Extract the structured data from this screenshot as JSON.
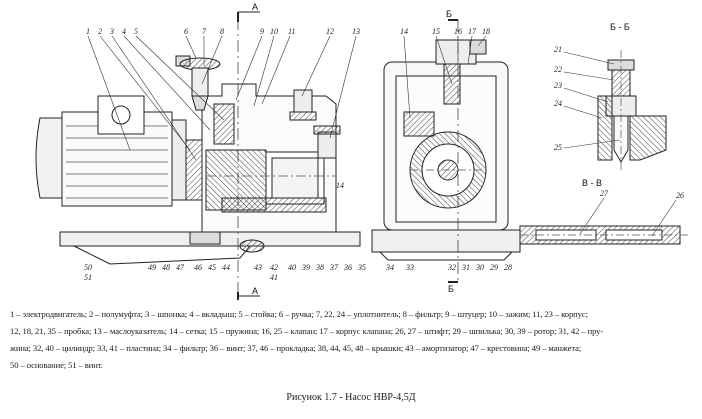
{
  "section_marks": {
    "a_top": "А",
    "a_bottom": "А",
    "b_top": "Б",
    "b_bottom": "Б",
    "bb_title": "Б - Б",
    "vv_title": "В - В"
  },
  "part_labels": {
    "main_view_top": [
      "1",
      "2",
      "3",
      "4",
      "5",
      "6",
      "7",
      "8",
      "9",
      "10",
      "11",
      "12",
      "13"
    ],
    "main_view_bottom": [
      "50",
      "51",
      "49",
      "48",
      "47",
      "46",
      "45",
      "44",
      "43",
      "42",
      "41",
      "40",
      "39",
      "38",
      "37",
      "36",
      "35"
    ],
    "end_view_top": [
      "14",
      "15",
      "16",
      "17",
      "18"
    ],
    "end_view_bottom": [
      "34",
      "33",
      "32",
      "31",
      "30",
      "29",
      "28"
    ],
    "section_bb": [
      "21",
      "22",
      "23",
      "24",
      "25"
    ],
    "section_vv": [
      "27",
      "26"
    ],
    "side_mark": "14"
  },
  "legend_lines": [
    "1 – электродвигатель; 2 – полумуфта; 3 – шпонка; 4 – вкладыш; 5 – стойка; 6 – ручка; 7, 22, 24 – уплотнитель; 8 – фильтр; 9 – штуцер; 10 – зажим; 11, 23 – корпус;",
    "12, 18, 21, 35 – пробка; 13 – маслоуказатель; 14 – сетка; 15 – пружина; 16, 25 – клапан; 17 – корпус клапана; 26, 27 – штифт; 29 – шпилька; 30, 39 – ротор; 31, 42 – пру-",
    "жина; 32, 40 – цилиндр; 33, 41 – пластина; 34 – фильтр; 36 – винт; 37, 46 – прокладка; 38, 44, 45, 48 – крышки; 43 – амортизатор; 47 – крестовина; 49 – манжета;",
    "50 – основание; 51 – винт."
  ],
  "caption": "Рисунок 1.7 - Насос НВР-4,5Д"
}
